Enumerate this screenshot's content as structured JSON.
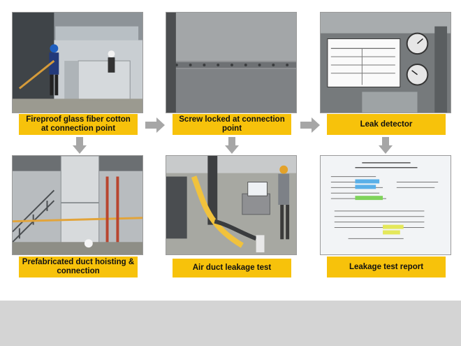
{
  "steps": [
    {
      "caption": "Fireproof glass fiber cotton at connection point"
    },
    {
      "caption": "Screw locked at connection point"
    },
    {
      "caption": "Leak detector"
    },
    {
      "caption": "Prefabricated duct hoisting & connection"
    },
    {
      "caption": "Air duct leakage test"
    },
    {
      "caption": "Leakage test report"
    }
  ],
  "colors": {
    "caption_bg": "#f7c20b",
    "arrow": "#a6a6a6",
    "footer_band": "#d4d4d4"
  }
}
